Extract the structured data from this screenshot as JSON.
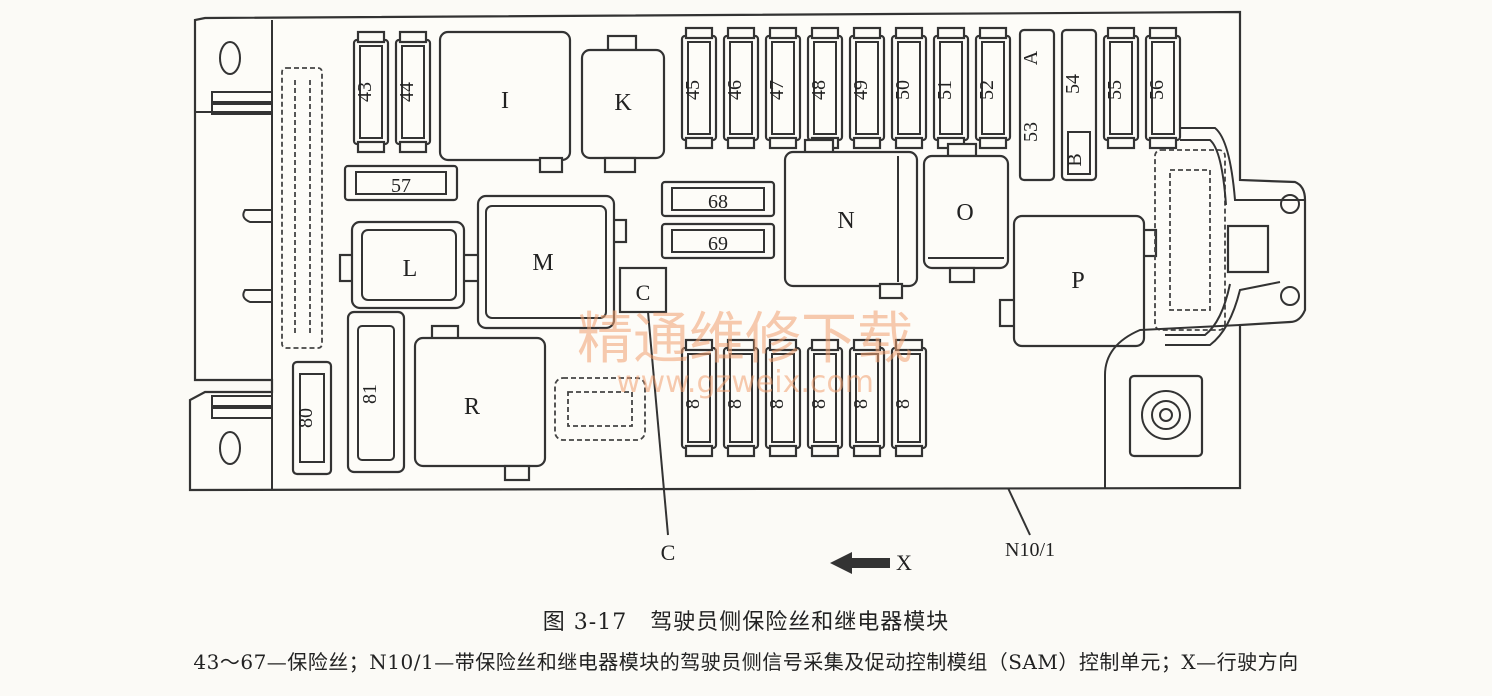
{
  "figure": {
    "caption_title": "图 3-17　驾驶员侧保险丝和继电器模块",
    "caption_legend": "43～67—保险丝；N10/1—带保险丝和继电器模块的驾驶员侧信号采集及促动控制模组（SAM）控制单元；X—行驶方向"
  },
  "fuses_top": [
    "43",
    "44"
  ],
  "fuses_right": [
    "45",
    "46",
    "47",
    "48",
    "49",
    "50",
    "51",
    "52"
  ],
  "fuses_right2": [
    "54",
    "55",
    "56"
  ],
  "fuse_53": "53",
  "fuse_57": "57",
  "fuse_68": "68",
  "fuse_69": "69",
  "fuse_80": "80",
  "fuse_81": "81",
  "fuses_bottom": [
    "8",
    "8",
    "8",
    "8",
    "8",
    "8"
  ],
  "relays": {
    "I": "I",
    "K": "K",
    "L": "L",
    "M": "M",
    "N": "N",
    "O": "O",
    "P": "P",
    "R": "R",
    "C": "C"
  },
  "marks": {
    "A": "A",
    "B": "B"
  },
  "callouts": {
    "c": "C",
    "n101": "N10/1",
    "x": "X"
  },
  "watermark": {
    "cn": "精通维修下载",
    "url": "www.gzweix.com"
  }
}
